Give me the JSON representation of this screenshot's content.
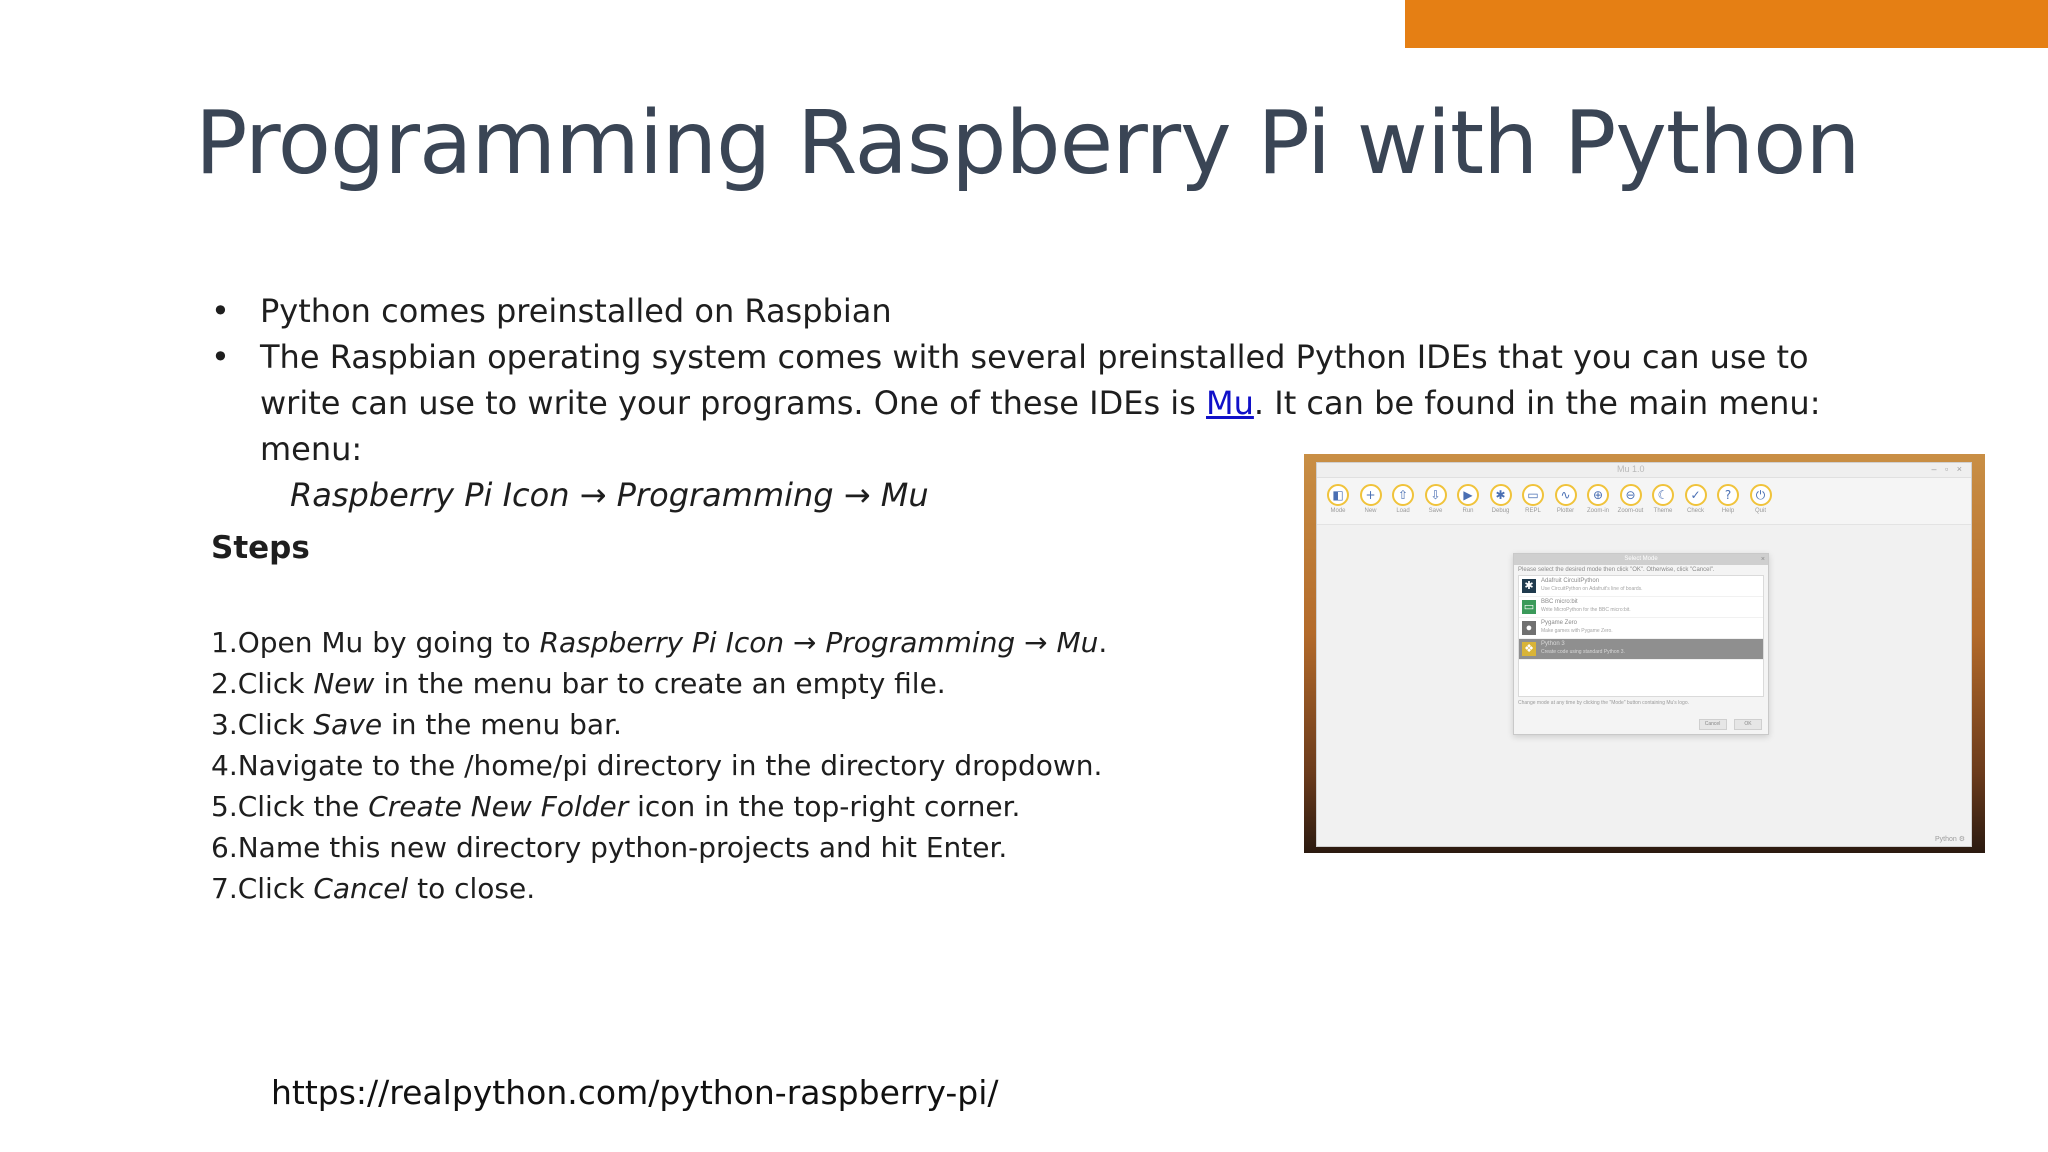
{
  "slide": {
    "title": "Programming Raspberry Pi with Python",
    "accent_color": "#e57f14",
    "title_color": "#3a4555",
    "link_color": "#1010c8"
  },
  "bullets": {
    "bullet_glyph": "•",
    "item1": "Python comes preinstalled on Raspbian",
    "item2_part1": "The Raspbian operating system comes with several preinstalled Python IDEs that you can use to write can use to write your programs. One of these IDEs is ",
    "item2_link": "Mu",
    "item2_part2": ". It can be found in the main menu: menu:",
    "menu_path": "Raspberry Pi Icon → Programming → Mu"
  },
  "steps": {
    "heading": "Steps",
    "s1_pre": "1.Open Mu by going to ",
    "s1_em": "Raspberry Pi Icon → Programming → Mu",
    "s1_post": ".",
    "s2_pre": "2.Click ",
    "s2_em": "New",
    "s2_post": " in the menu bar to create an empty file.",
    "s3_pre": "3.Click ",
    "s3_em": "Save",
    "s3_post": " in the menu bar.",
    "s4": "4.Navigate to the /home/pi directory in the directory dropdown.",
    "s5_pre": "5.Click the ",
    "s5_em": "Create New Folder",
    "s5_post": " icon in the top-right corner.",
    "s6": "6.Name this new directory python-projects and hit Enter.",
    "s7_pre": "7.Click ",
    "s7_em": "Cancel",
    "s7_post": " to close."
  },
  "screenshot": {
    "window_title": "Mu 1.0",
    "window_buttons": "– ▫ ×",
    "toolbar": [
      {
        "icon": "mode-icon",
        "glyph": "◧",
        "label": "Mode"
      },
      {
        "icon": "plus-icon",
        "glyph": "+",
        "label": "New"
      },
      {
        "icon": "load-icon",
        "glyph": "⇧",
        "label": "Load"
      },
      {
        "icon": "save-icon",
        "glyph": "⇩",
        "label": "Save"
      },
      {
        "icon": "run-icon",
        "glyph": "▶",
        "label": "Run"
      },
      {
        "icon": "debug-icon",
        "glyph": "✱",
        "label": "Debug"
      },
      {
        "icon": "repl-icon",
        "glyph": "▭",
        "label": "REPL"
      },
      {
        "icon": "plotter-icon",
        "glyph": "∿",
        "label": "Plotter"
      },
      {
        "icon": "zoom-in-icon",
        "glyph": "⊕",
        "label": "Zoom-in"
      },
      {
        "icon": "zoom-out-icon",
        "glyph": "⊖",
        "label": "Zoom-out"
      },
      {
        "icon": "theme-icon",
        "glyph": "☾",
        "label": "Theme"
      },
      {
        "icon": "check-icon",
        "glyph": "✓",
        "label": "Check"
      },
      {
        "icon": "help-icon",
        "glyph": "?",
        "label": "Help"
      },
      {
        "icon": "quit-icon",
        "glyph": "⏻",
        "label": "Quit"
      }
    ],
    "dialog": {
      "title": "Select Mode",
      "close": "×",
      "prompt": "Please select the desired mode then click \"OK\". Otherwise, click \"Cancel\".",
      "modes": [
        {
          "icon": "adafruit-icon",
          "glyph": "✱",
          "color": "#1f3a4d",
          "name": "Adafruit CircuitPython",
          "desc": "Use CircuitPython on Adafruit's line of boards."
        },
        {
          "icon": "bbc-microbit-icon",
          "glyph": "▭",
          "color": "#3b9a5a",
          "name": "BBC micro:bit",
          "desc": "Write MicroPython for the BBC micro:bit."
        },
        {
          "icon": "pygame-icon",
          "glyph": "●",
          "color": "#707070",
          "name": "Pygame Zero",
          "desc": "Make games with Pygame Zero."
        },
        {
          "icon": "python-icon",
          "glyph": "❖",
          "color": "#d9b437",
          "name": "Python 3",
          "desc": "Create code using standard Python 3."
        }
      ],
      "footer": "Change mode at any time by clicking the \"Mode\" button containing Mu's logo.",
      "cancel": "Cancel",
      "ok": "OK"
    },
    "status": "Python ⚙"
  },
  "source": {
    "url": "https://realpython.com/python-raspberry-pi/"
  }
}
